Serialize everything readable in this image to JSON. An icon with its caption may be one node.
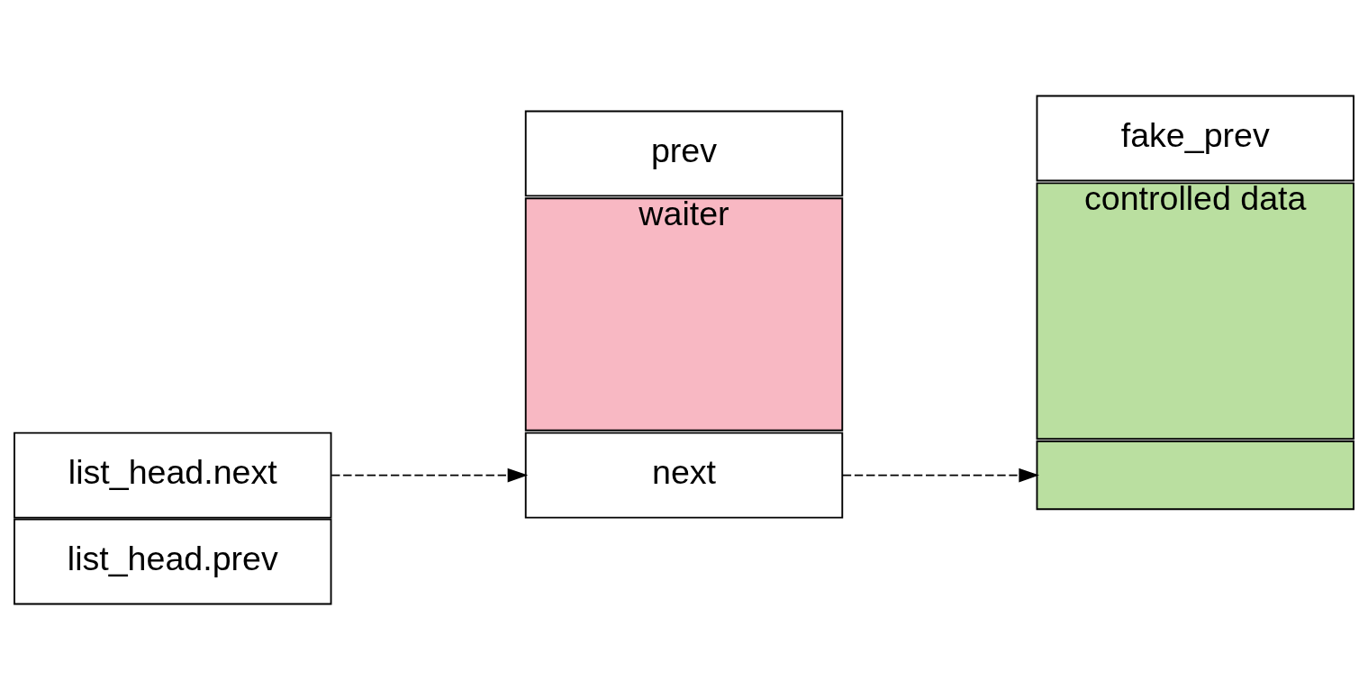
{
  "diagram": {
    "nodes": [
      {
        "text": [
          "list_head.next"
        ]
      },
      {
        "text": [
          "list_head.prev"
        ]
      },
      {
        "text": [
          "next"
        ]
      },
      {
        "text": [
          "prev"
        ]
      },
      {
        "text": [
          "waiter"
        ]
      },
      {
        "text": [],
        "shape": "box"
      },
      {
        "text": [
          "fake_prev"
        ]
      },
      {
        "text": [
          "controlled data"
        ]
      }
    ],
    "edges": [
      {
        "from": 0,
        "to": 2,
        "arrow": "to",
        "style": "dashed"
      },
      {
        "from": 2,
        "to": 5,
        "arrow": "to",
        "style": "dashed"
      }
    ]
  }
}
